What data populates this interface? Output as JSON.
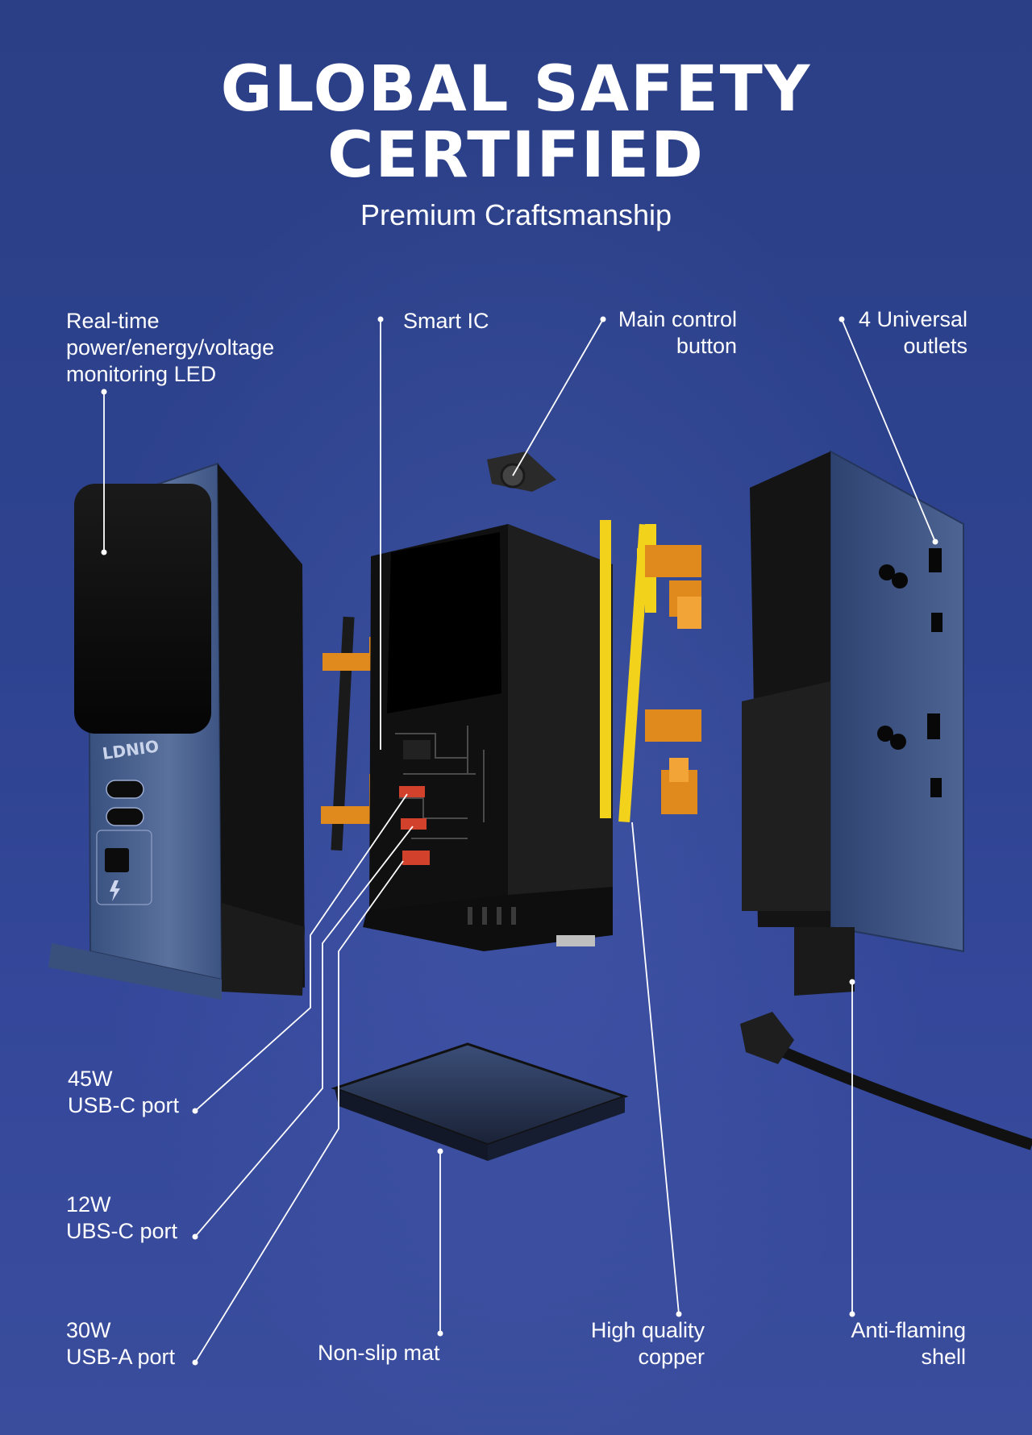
{
  "header": {
    "title_line1": "GLOBAL SAFETY",
    "title_line2": "CERTIFIED",
    "subtitle": "Premium Craftsmanship"
  },
  "brand": {
    "logo_text": "LDNIO"
  },
  "callouts": {
    "led": "Real-time\npower/energy/voltage\nmonitoring LED",
    "smart_ic": "Smart IC",
    "control_button": "Main control\nbutton",
    "outlets": "4 Universal\noutlets",
    "usbc45": "45W\nUSB-C port",
    "usbc12": "12W\nUBS-C port",
    "usba30": "30W\nUSB-A port",
    "mat": "Non-slip mat",
    "copper": "High quality\ncopper",
    "shell": "Anti-flaming\nshell"
  },
  "colors": {
    "background": "#2e4390",
    "shell_blue": "#4b6290",
    "copper": "#e08a1e",
    "yellow_strip": "#f2d21b",
    "dark_plastic": "#141414"
  }
}
